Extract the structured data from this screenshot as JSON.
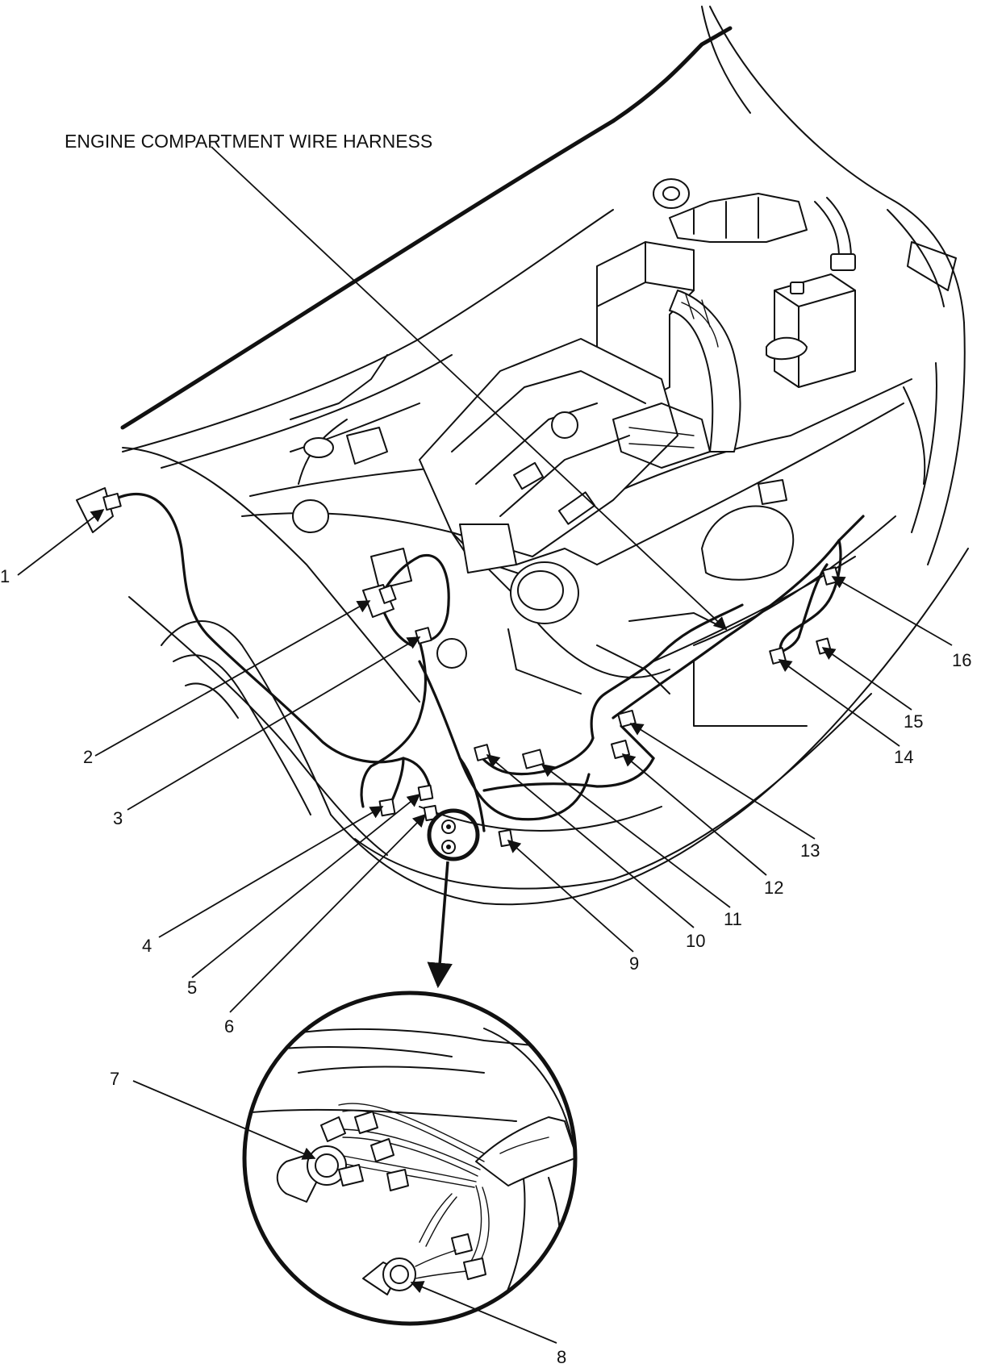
{
  "harness_label": "ENGINE COMPARTMENT WIRE HARNESS",
  "callouts": [
    {
      "id": "1",
      "text": "1"
    },
    {
      "id": "2",
      "text": "2"
    },
    {
      "id": "3",
      "text": "3"
    },
    {
      "id": "4",
      "text": "4"
    },
    {
      "id": "5",
      "text": "5"
    },
    {
      "id": "6",
      "text": "6"
    },
    {
      "id": "7",
      "text": "7"
    },
    {
      "id": "8",
      "text": "8"
    },
    {
      "id": "9",
      "text": "9"
    },
    {
      "id": "10",
      "text": "10"
    },
    {
      "id": "11",
      "text": "11"
    },
    {
      "id": "12",
      "text": "12"
    },
    {
      "id": "13",
      "text": "13"
    },
    {
      "id": "14",
      "text": "14"
    },
    {
      "id": "15",
      "text": "15"
    },
    {
      "id": "16",
      "text": "16"
    }
  ]
}
